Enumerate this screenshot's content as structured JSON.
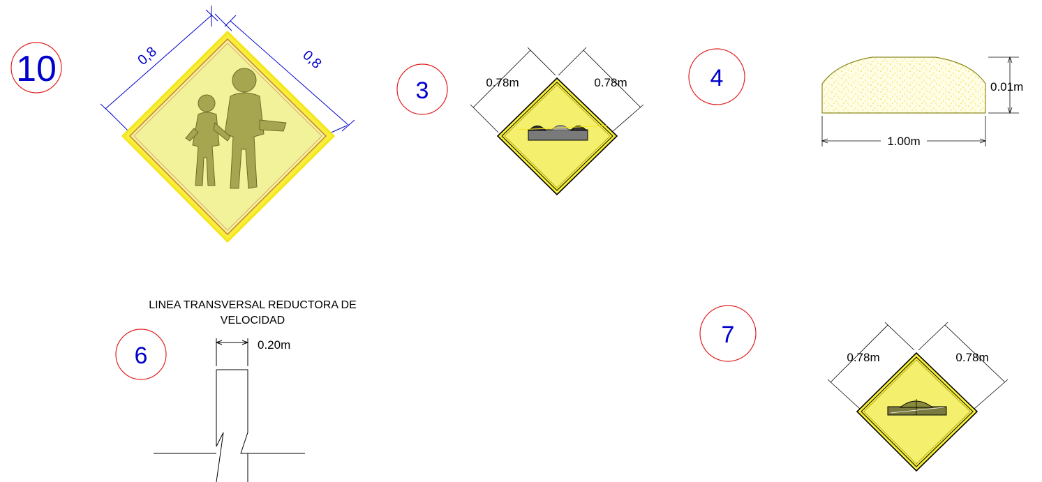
{
  "colors": {
    "sign_fill": "#f2f29a",
    "sign_border": "#f5e51a",
    "callout_circle": "#e02020",
    "callout_number": "#0000cc",
    "dimension_blue": "#0000cc",
    "sand_fill": "#fffde6",
    "sand_dots": "#e8dc20"
  },
  "callouts": {
    "c10": "10",
    "c3": "3",
    "c4": "4",
    "c6": "6",
    "c7": "7"
  },
  "sign10": {
    "dim_left": "0,8",
    "dim_right": "0,8",
    "icon": "school-children-crossing-icon"
  },
  "sign3": {
    "dim_left": "0.78m",
    "dim_right": "0.78m",
    "icon": "speed-bumps-icon"
  },
  "detail4": {
    "height_dim": "0.01m",
    "width_dim": "1.00m"
  },
  "detail6": {
    "title_line1": "LINEA TRANSVERSAL REDUCTORA DE",
    "title_line2": "VELOCIDAD",
    "width_dim": "0.20m"
  },
  "sign7": {
    "dim_left": "0.78m",
    "dim_right": "0.78m",
    "icon": "speed-hump-icon"
  }
}
